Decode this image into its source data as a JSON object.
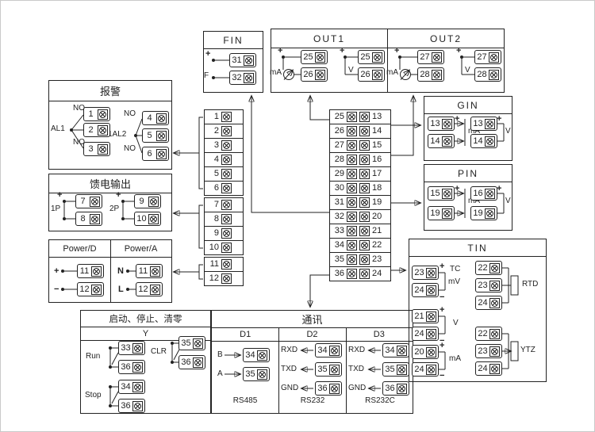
{
  "colors": {
    "line": "#222222",
    "bg": "#ffffff"
  },
  "fin": {
    "title": "FIN",
    "plus": "+",
    "f": "F",
    "t1": "31",
    "t2": "32"
  },
  "out1": {
    "title": "OUT1",
    "ma": {
      "plus": "+",
      "label": "mA",
      "t1": "25",
      "t2": "26"
    },
    "v": {
      "plus": "+",
      "label": "V",
      "t1": "25",
      "t2": "26"
    }
  },
  "out2": {
    "title": "OUT2",
    "ma": {
      "plus": "+",
      "label": "mA",
      "t1": "27",
      "t2": "28"
    },
    "v": {
      "plus": "+",
      "label": "V",
      "t1": "27",
      "t2": "28"
    }
  },
  "alarm": {
    "title": "报警",
    "g1": {
      "label": "AL1",
      "no1": "NO",
      "no2": "NO",
      "t1": "1",
      "t2": "2",
      "t3": "3"
    },
    "g2": {
      "label": "1AL2",
      "no1": "NO",
      "no2": "NO",
      "t1": "4",
      "t2": "5",
      "t3": "6"
    }
  },
  "feed": {
    "title": "馈电输出",
    "g1": {
      "label": "1P",
      "plus": "+",
      "t1": "7",
      "t2": "8"
    },
    "g2": {
      "label": "2P",
      "plus": "+",
      "t1": "9",
      "t2": "10"
    }
  },
  "power": {
    "d": {
      "title": "Power/D",
      "plus": "+",
      "minus": "−",
      "t1": "11",
      "t2": "12"
    },
    "a": {
      "title": "Power/A",
      "n": "N",
      "l": "L",
      "t1": "11",
      "t2": "12"
    }
  },
  "strip_left": {
    "terminals": [
      "1",
      "2",
      "3",
      "4",
      "5",
      "6",
      "7",
      "8",
      "9",
      "10",
      "11",
      "12"
    ]
  },
  "strip_right": {
    "left": [
      "25",
      "26",
      "27",
      "28",
      "29",
      "30",
      "31",
      "32",
      "33",
      "34",
      "35",
      "36"
    ],
    "right": [
      "13",
      "14",
      "15",
      "16",
      "17",
      "18",
      "19",
      "20",
      "21",
      "22",
      "23",
      "24"
    ]
  },
  "gin": {
    "title": "GIN",
    "ma": {
      "plus": "+",
      "label": "mA",
      "t1": "13",
      "t2": "14"
    },
    "v": {
      "plus": "+",
      "label": "V",
      "t1": "13",
      "t2": "14"
    }
  },
  "pin": {
    "title": "PIN",
    "ma": {
      "plus": "+",
      "label": "mA",
      "t1": "15",
      "t2": "19"
    },
    "v": {
      "plus": "+",
      "label": "V",
      "t1": "16",
      "t2": "19"
    }
  },
  "tin": {
    "title": "TIN",
    "tc": {
      "plus": "+",
      "minus": "−",
      "l1": "TC",
      "l2": "mV",
      "t1": "23",
      "t2": "24"
    },
    "rtd": {
      "label": "RTD",
      "t1": "22",
      "t2": "23",
      "t3": "24"
    },
    "v": {
      "plus": "+",
      "minus": "−",
      "label": "V",
      "t1": "21",
      "t2": "24"
    },
    "ma": {
      "plus": "+",
      "minus": "−",
      "label": "mA",
      "t1": "20",
      "t2": "24"
    },
    "ytz": {
      "label": "YTZ",
      "t1": "22",
      "t2": "23",
      "t3": "24"
    }
  },
  "runstop": {
    "title": "启动、停止、清零",
    "sub": "Y",
    "run": {
      "label": "Run",
      "t1": "33",
      "t2": "36"
    },
    "clr": {
      "label": "CLR",
      "t1": "35",
      "t2": "36"
    },
    "stop": {
      "label": "Stop",
      "t1": "34",
      "t2": "36"
    }
  },
  "comm": {
    "title": "通讯",
    "d1": {
      "title": "D1",
      "label": "RS485",
      "rows": [
        {
          "sig": "B",
          "t": "34"
        },
        {
          "sig": "A",
          "t": "35"
        }
      ]
    },
    "d2": {
      "title": "D2",
      "label": "RS232",
      "rows": [
        {
          "sig": "RXD",
          "t": "34"
        },
        {
          "sig": "TXD",
          "t": "35"
        },
        {
          "sig": "GND",
          "t": "36"
        }
      ]
    },
    "d3": {
      "title": "D3",
      "label": "RS232C",
      "rows": [
        {
          "sig": "RXD",
          "t": "34"
        },
        {
          "sig": "TXD",
          "t": "35"
        },
        {
          "sig": "GND",
          "t": "36"
        }
      ]
    }
  }
}
